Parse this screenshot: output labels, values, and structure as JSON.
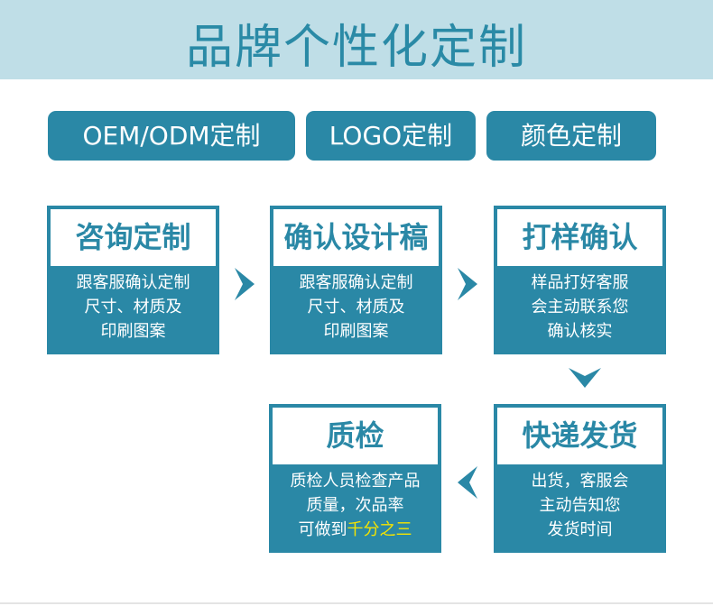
{
  "header": {
    "title": "品牌个性化定制"
  },
  "options": [
    "OEM/ODM定制",
    "LOGO定制",
    "颜色定制"
  ],
  "steps": [
    {
      "title": "咨询定制",
      "lines": [
        "跟客服确认定制",
        "尺寸、材质及",
        "印刷图案"
      ]
    },
    {
      "title": "确认设计稿",
      "lines": [
        "跟客服确认定制",
        "尺寸、材质及",
        "印刷图案"
      ]
    },
    {
      "title": "打样确认",
      "lines": [
        "样品打好客服",
        "会主动联系您",
        "确认核实"
      ]
    },
    {
      "title": "快递发货",
      "lines": [
        "出货，客服会",
        "主动告知您",
        "发货时间"
      ]
    },
    {
      "title": "质检",
      "lines": [
        "质检人员检查产品",
        "质量，次品率"
      ],
      "last_prefix": "可做到",
      "last_highlight": "千分之三"
    }
  ],
  "colors": {
    "brand": "#2a88a6",
    "header_bg": "#bfdee7",
    "highlight": "#f5e400"
  }
}
